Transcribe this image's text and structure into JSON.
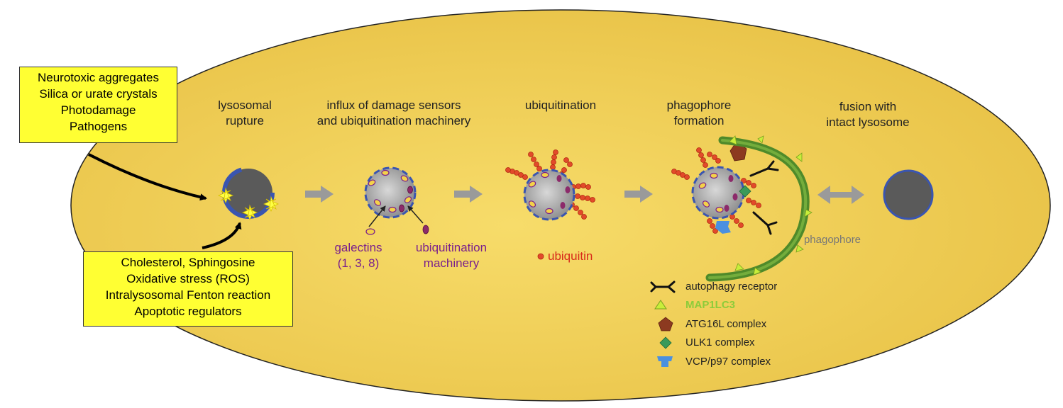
{
  "triggers_top": [
    "Neurotoxic aggregates",
    "Silica or urate crystals",
    "Photodamage",
    "Pathogens"
  ],
  "triggers_bottom": [
    "Cholesterol, Sphingosine",
    "Oxidative stress (ROS)",
    "Intralysosomal Fenton reaction",
    "Apoptotic regulators"
  ],
  "stages": {
    "rupture": [
      "lysosomal",
      "rupture"
    ],
    "influx": [
      "influx of damage sensors",
      "and ubiquitination machinery"
    ],
    "ubiquitination": [
      "ubiquitination"
    ],
    "phagophore": [
      "phagophore",
      "formation"
    ],
    "fusion": [
      "fusion with",
      "intact lysosome"
    ]
  },
  "labels": {
    "galectins": [
      "galectins",
      "(1, 3, 8)"
    ],
    "ubiq_machinery": [
      "ubiquitination",
      "machinery"
    ],
    "ubiquitin": "ubiquitin",
    "phagophore": "phagophore"
  },
  "legend": [
    {
      "icon": "autophagy-receptor-icon",
      "label": "autophagy receptor"
    },
    {
      "icon": "map1lc3-icon",
      "label": "MAP1LC3"
    },
    {
      "icon": "atg16l-icon",
      "label": "ATG16L complex"
    },
    {
      "icon": "ulk1-icon",
      "label": "ULK1 complex"
    },
    {
      "icon": "vcp-icon",
      "label": "VCP/p97 complex"
    }
  ],
  "colors": {
    "cell": "#f0cf4a",
    "lysosome_core": "#5a5a5a",
    "lysosome_border": "#3a55b0",
    "damaged_core": "#a8a8a8",
    "galectin": "#f4d24a",
    "machinery": "#8c2a6a",
    "ubiquitin": "#e24a2a",
    "phagophore": "#4f8a2a",
    "lc3": "#c8ee3a",
    "atg16l": "#8c3a20",
    "ulk1": "#3a9a5a",
    "vcp": "#4a90e0",
    "arrow": "#9a9a9a",
    "yellow_box": "#ffff33"
  }
}
